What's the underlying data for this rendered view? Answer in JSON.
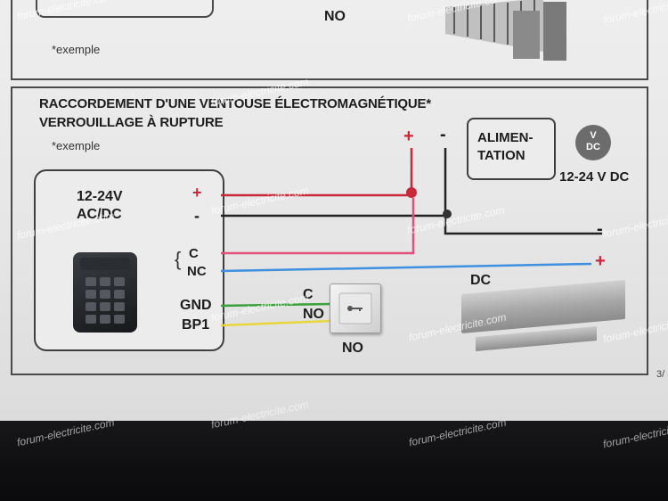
{
  "top_section": {
    "no_label": "NO",
    "example_note": "*exemple"
  },
  "main_section": {
    "title_line1": "RACCORDEMENT D'UNE VENTOUSE ÉLECTROMAGNÉTIQUE*",
    "title_line2": "VERROUILLAGE À RUPTURE",
    "example_note": "*exemple"
  },
  "controller": {
    "voltage": "12-24V",
    "current_type": "AC/DC",
    "terminal_plus": "+",
    "terminal_minus": "-",
    "terminal_c": "C",
    "terminal_nc": "NC",
    "terminal_gnd": "GND",
    "terminal_bp1": "BP1"
  },
  "power_supply": {
    "plus": "+",
    "minus": "-",
    "label_line1": "ALIMEN-",
    "label_line2": "TATION",
    "badge_v": "V",
    "badge_dc": "DC",
    "rating": "12-24 V DC"
  },
  "push_button": {
    "terminal_c": "C",
    "terminal_no": "NO",
    "type": "NO"
  },
  "maglock": {
    "label": "DC",
    "plus": "+",
    "minus": "-"
  },
  "wire_colors": {
    "positive": "#c8283a",
    "negative": "#222222",
    "c_wire": "#e0507a",
    "nc_wire": "#3f8fe0",
    "gnd_wire": "#3aa03a",
    "bp1_wire": "#e8d63a"
  },
  "page_marker": "3/",
  "watermark": "forum-electricite.com"
}
